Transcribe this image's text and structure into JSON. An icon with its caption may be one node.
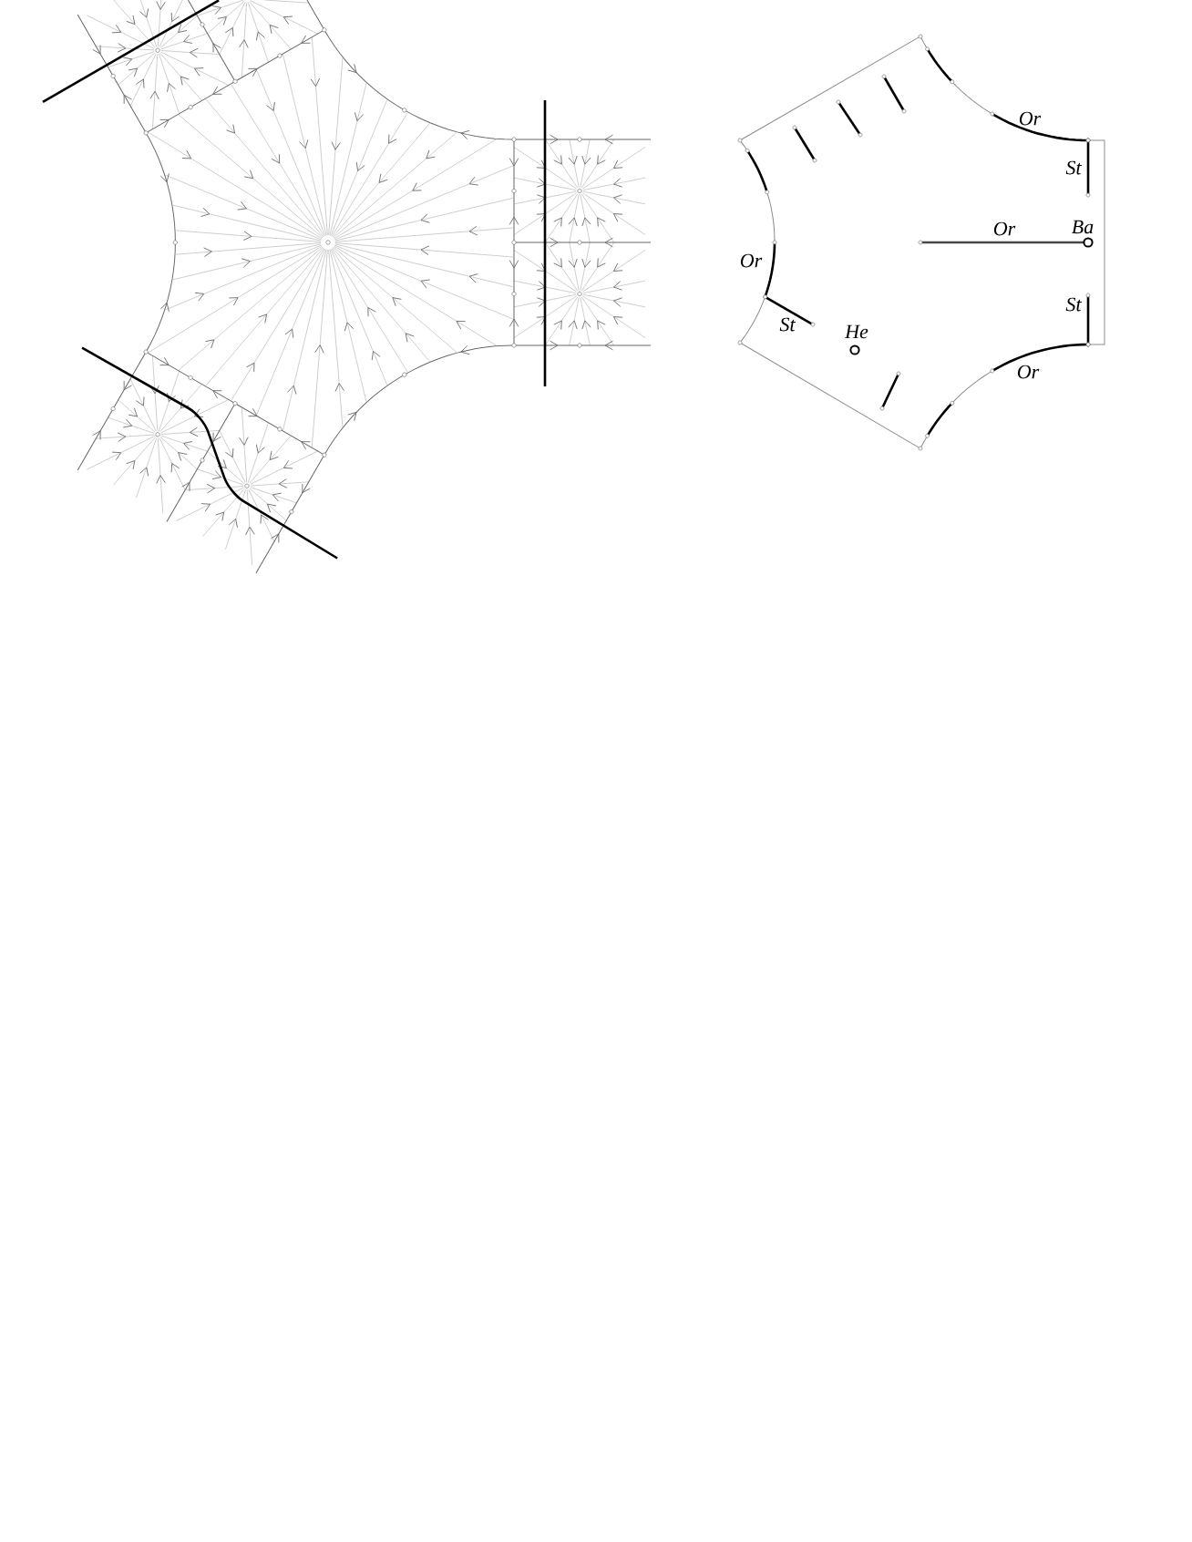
{
  "diagram": {
    "labels": [
      "Or",
      "St",
      "Or",
      "Ba",
      "Or",
      "St",
      "St",
      "He",
      "Or"
    ]
  }
}
